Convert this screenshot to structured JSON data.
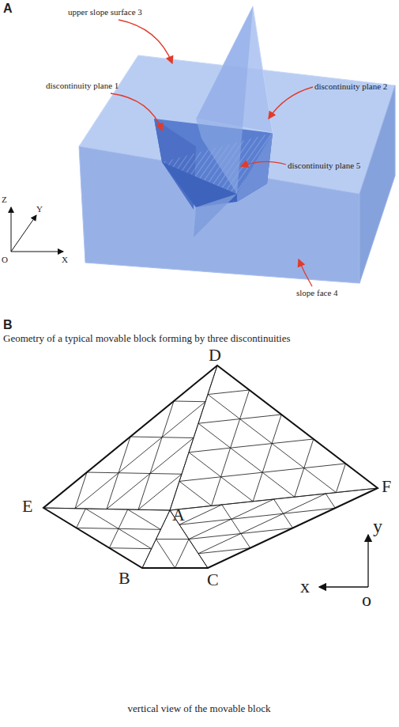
{
  "diagram": {
    "labels": [
      "A",
      "upper slope surface 3",
      "discontinuity plane 1",
      "discontinuity plane 2",
      "discontinuity plane 5",
      "slope face 4",
      "Z",
      "Y",
      "O",
      "X",
      "B",
      "Geometry of a typical movable block forming by three discontinuities",
      "D",
      "E",
      "A",
      "F",
      "B",
      "C",
      "y",
      "x",
      "o",
      "vertical view of the movable block"
    ]
  }
}
